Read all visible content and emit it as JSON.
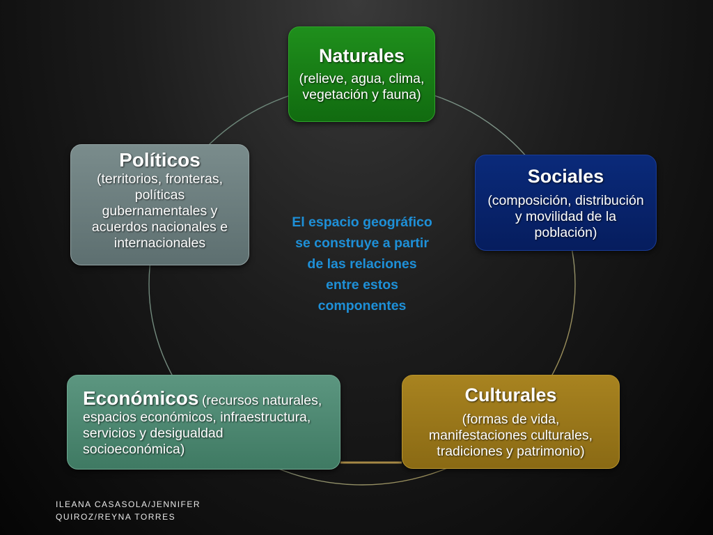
{
  "diagram": {
    "naturales": {
      "title": "Naturales",
      "desc": "(relieve, agua, clima, vegetación y fauna)",
      "color": "#1a861a"
    },
    "sociales": {
      "title": "Sociales",
      "desc": "(composición, distribución y movilidad de la población)",
      "color": "#0a2a7a"
    },
    "culturales": {
      "title": "Culturales",
      "desc": "(formas de vida, manifestaciones culturales, tradiciones y patrimonio)",
      "color": "#a88320"
    },
    "economicos": {
      "title": "Económicos",
      "desc_first": "(recursos naturales,",
      "desc_rest": "espacios económicos, infraestructura, servicios y desigualdad socioeconómica)",
      "color": "#5c9680"
    },
    "politicos": {
      "title": "Políticos",
      "desc": "(territorios, fronteras, políticas gubernamentales y acuerdos nacionales e internacionales",
      "color": "#7a8c8c"
    },
    "center_text": "El espacio geográfico\nse construye a partir\nde las relaciones\nentre  estos\ncomponentes",
    "center_color": "#1e90d8"
  },
  "footer": {
    "authors": "ILEANA CASASOLA/JENNIFER QUIROZ/REYNA TORRES"
  }
}
